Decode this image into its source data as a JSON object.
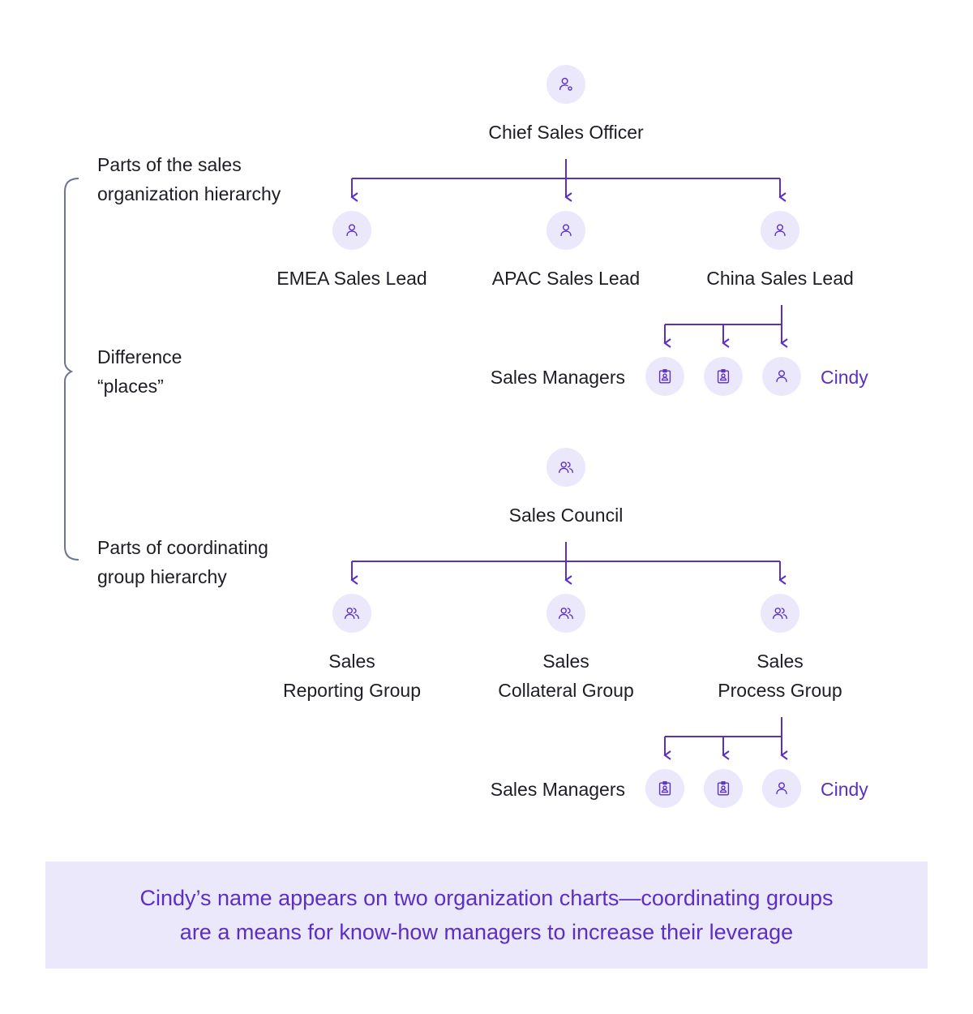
{
  "side_labels": {
    "sales_hierarchy": [
      "Parts of the sales",
      "organization hierarchy"
    ],
    "difference": [
      "Difference",
      "“places”"
    ],
    "coordinating_hierarchy": [
      "Parts of coordinating",
      "group hierarchy"
    ]
  },
  "sales_org": {
    "top": {
      "label": "Chief Sales Officer",
      "icon": "user-gear-icon"
    },
    "leads": [
      {
        "label": "EMEA Sales Lead",
        "icon": "user-icon"
      },
      {
        "label": "APAC Sales Lead",
        "icon": "user-icon"
      },
      {
        "label": "China Sales Lead",
        "icon": "user-icon"
      }
    ],
    "managers_label": "Sales Managers",
    "managers": [
      {
        "icon": "id-badge-icon"
      },
      {
        "icon": "id-badge-icon"
      },
      {
        "icon": "user-icon",
        "name": "Cindy"
      }
    ]
  },
  "coordinating": {
    "top": {
      "label": "Sales Council",
      "icon": "users-icon"
    },
    "groups": [
      {
        "line1": "Sales",
        "line2": "Reporting Group",
        "icon": "users-icon"
      },
      {
        "line1": "Sales",
        "line2": "Collateral Group",
        "icon": "users-icon"
      },
      {
        "line1": "Sales",
        "line2": "Process Group",
        "icon": "users-icon"
      }
    ],
    "managers_label": "Sales Managers",
    "managers": [
      {
        "icon": "id-badge-icon"
      },
      {
        "icon": "id-badge-icon"
      },
      {
        "icon": "user-icon",
        "name": "Cindy"
      }
    ]
  },
  "caption": {
    "line1": "Cindy’s name appears on two organization charts—coordinating groups",
    "line2": "are a means for know-how managers to increase their leverage"
  },
  "colors": {
    "accent": "#5b2fc4",
    "node_fill": "#ebe8fb",
    "bracket": "#6c7494"
  }
}
